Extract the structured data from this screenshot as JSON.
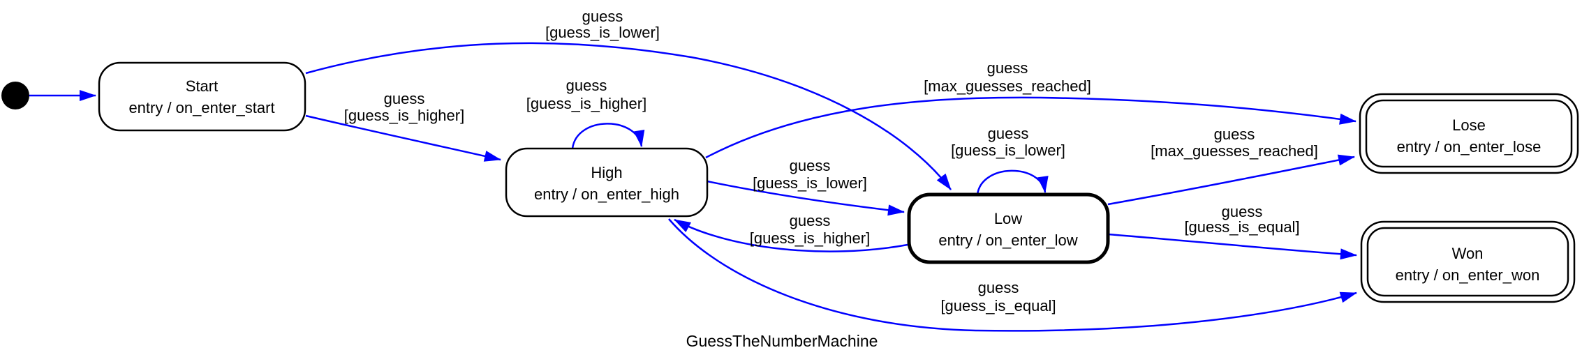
{
  "machine": {
    "title": "GuessTheNumberMachine",
    "colors": {
      "edge": "#0000ff",
      "border": "#000000",
      "state_fill": "#ffffff",
      "active_state_fill": "#6fdcc8",
      "text": "#000000",
      "initial_dot": "#000000"
    },
    "initial_marker": "filled-circle",
    "states": [
      {
        "id": "start",
        "name": "Start",
        "entry": "entry / on_enter_start",
        "kind": "normal"
      },
      {
        "id": "high",
        "name": "High",
        "entry": "entry / on_enter_high",
        "kind": "normal"
      },
      {
        "id": "low",
        "name": "Low",
        "entry": "entry / on_enter_low",
        "kind": "active"
      },
      {
        "id": "lose",
        "name": "Lose",
        "entry": "entry / on_enter_lose",
        "kind": "final"
      },
      {
        "id": "won",
        "name": "Won",
        "entry": "entry / on_enter_won",
        "kind": "final"
      }
    ],
    "transitions": [
      {
        "event": "guess",
        "cond": "[guess_is_lower]",
        "from": "Start",
        "to": "Low"
      },
      {
        "event": "guess",
        "cond": "[guess_is_higher]",
        "from": "Start",
        "to": "High"
      },
      {
        "event": "guess",
        "cond": "[guess_is_higher]",
        "from": "High",
        "to": "High"
      },
      {
        "event": "guess",
        "cond": "[guess_is_lower]",
        "from": "High",
        "to": "Low"
      },
      {
        "event": "guess",
        "cond": "[max_guesses_reached]",
        "from": "High",
        "to": "Lose"
      },
      {
        "event": "guess",
        "cond": "[guess_is_equal]",
        "from": "High",
        "to": "Won"
      },
      {
        "event": "guess",
        "cond": "[guess_is_lower]",
        "from": "Low",
        "to": "Low"
      },
      {
        "event": "guess",
        "cond": "[guess_is_higher]",
        "from": "Low",
        "to": "High"
      },
      {
        "event": "guess",
        "cond": "[max_guesses_reached]",
        "from": "Low",
        "to": "Lose"
      },
      {
        "event": "guess",
        "cond": "[guess_is_equal]",
        "from": "Low",
        "to": "Won"
      }
    ]
  }
}
